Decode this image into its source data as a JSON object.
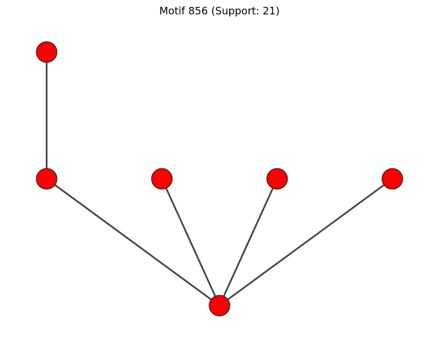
{
  "title": "Motif 856 (Support: 21)",
  "graph": {
    "node_color": "#ff0000",
    "edge_color": "#444444",
    "nodes": [
      "n0",
      "n1",
      "n2",
      "n3",
      "n4",
      "n5"
    ],
    "edges": [
      [
        "n0",
        "n1"
      ],
      [
        "n1",
        "n5"
      ],
      [
        "n2",
        "n5"
      ],
      [
        "n3",
        "n5"
      ],
      [
        "n4",
        "n5"
      ]
    ]
  }
}
